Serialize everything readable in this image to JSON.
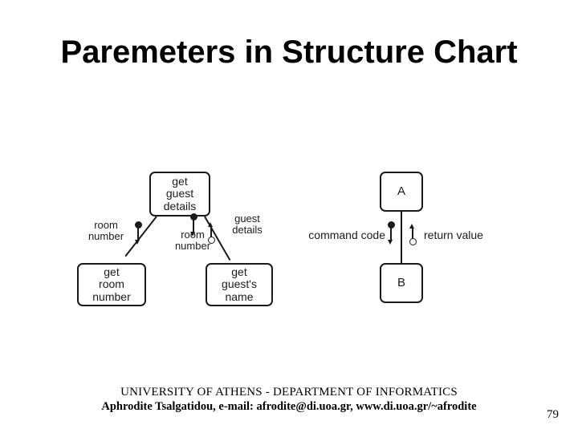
{
  "slide": {
    "title": "Paremeters in Structure Chart",
    "page_number": "79"
  },
  "diagram": {
    "left_chart": {
      "boxes": [
        {
          "id": "get-guest-details",
          "text": "get\nguest\ndetails"
        },
        {
          "id": "get-room-number",
          "text": "get\nroom\nnumber"
        },
        {
          "id": "get-guests-name",
          "text": "get\nguest's\nname"
        }
      ],
      "labels": [
        {
          "id": "room-number-left",
          "text": "room\nnumber"
        },
        {
          "id": "room-number-center",
          "text": "room\nnumber"
        },
        {
          "id": "guest-details",
          "text": "guest\ndetails"
        }
      ]
    },
    "right_chart": {
      "boxes": [
        {
          "id": "a",
          "text": "A"
        },
        {
          "id": "b",
          "text": "B"
        }
      ],
      "labels": [
        {
          "id": "command-code",
          "text": "command code"
        },
        {
          "id": "return-value",
          "text": "return value"
        }
      ]
    }
  },
  "footer": {
    "line1": "UNIVERSITY OF ATHENS - DEPARTMENT OF INFORMATICS",
    "line2": "Aphrodite Tsalgatidou, e-mail: afrodite@di.uoa.gr, www.di.uoa.gr/~afrodite"
  }
}
